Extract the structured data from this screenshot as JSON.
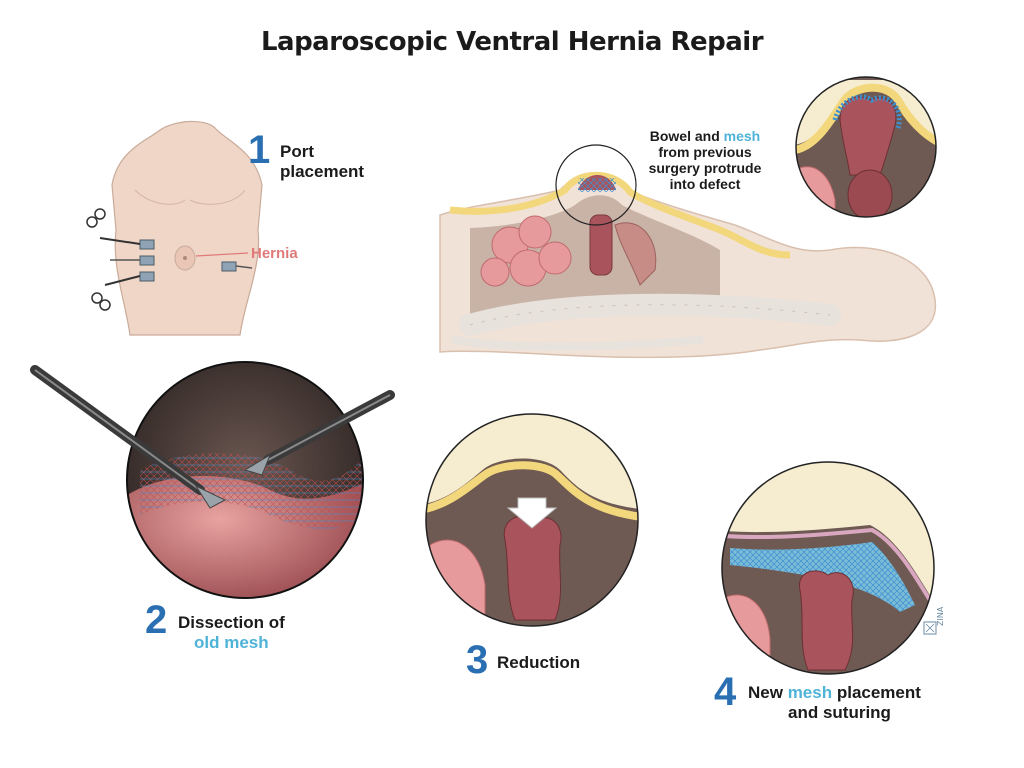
{
  "title": "Laparoscopic Ventral Hernia Repair",
  "colors": {
    "step_number": "#2b6fb3",
    "mesh_highlight": "#4fb3d8",
    "hernia_label": "#e07a7a",
    "skin": "#efd6c7",
    "bowel": "#a9545c"
  },
  "steps": [
    {
      "number": "1",
      "line1": "Port",
      "line2": "placement"
    },
    {
      "number": "2",
      "line1": "Dissection of",
      "line2_highlight": "old mesh"
    },
    {
      "number": "3",
      "line1": "Reduction"
    },
    {
      "number": "4",
      "line1_pre": "New ",
      "line1_highlight": "mesh",
      "line1_post": " placement",
      "line2": "and suturing"
    }
  ],
  "hernia_label": "Hernia",
  "note": {
    "line1_pre": "Bowel and ",
    "line1_highlight": "mesh",
    "line2": "from previous",
    "line3": "surgery protrude",
    "line4": "into defect"
  }
}
